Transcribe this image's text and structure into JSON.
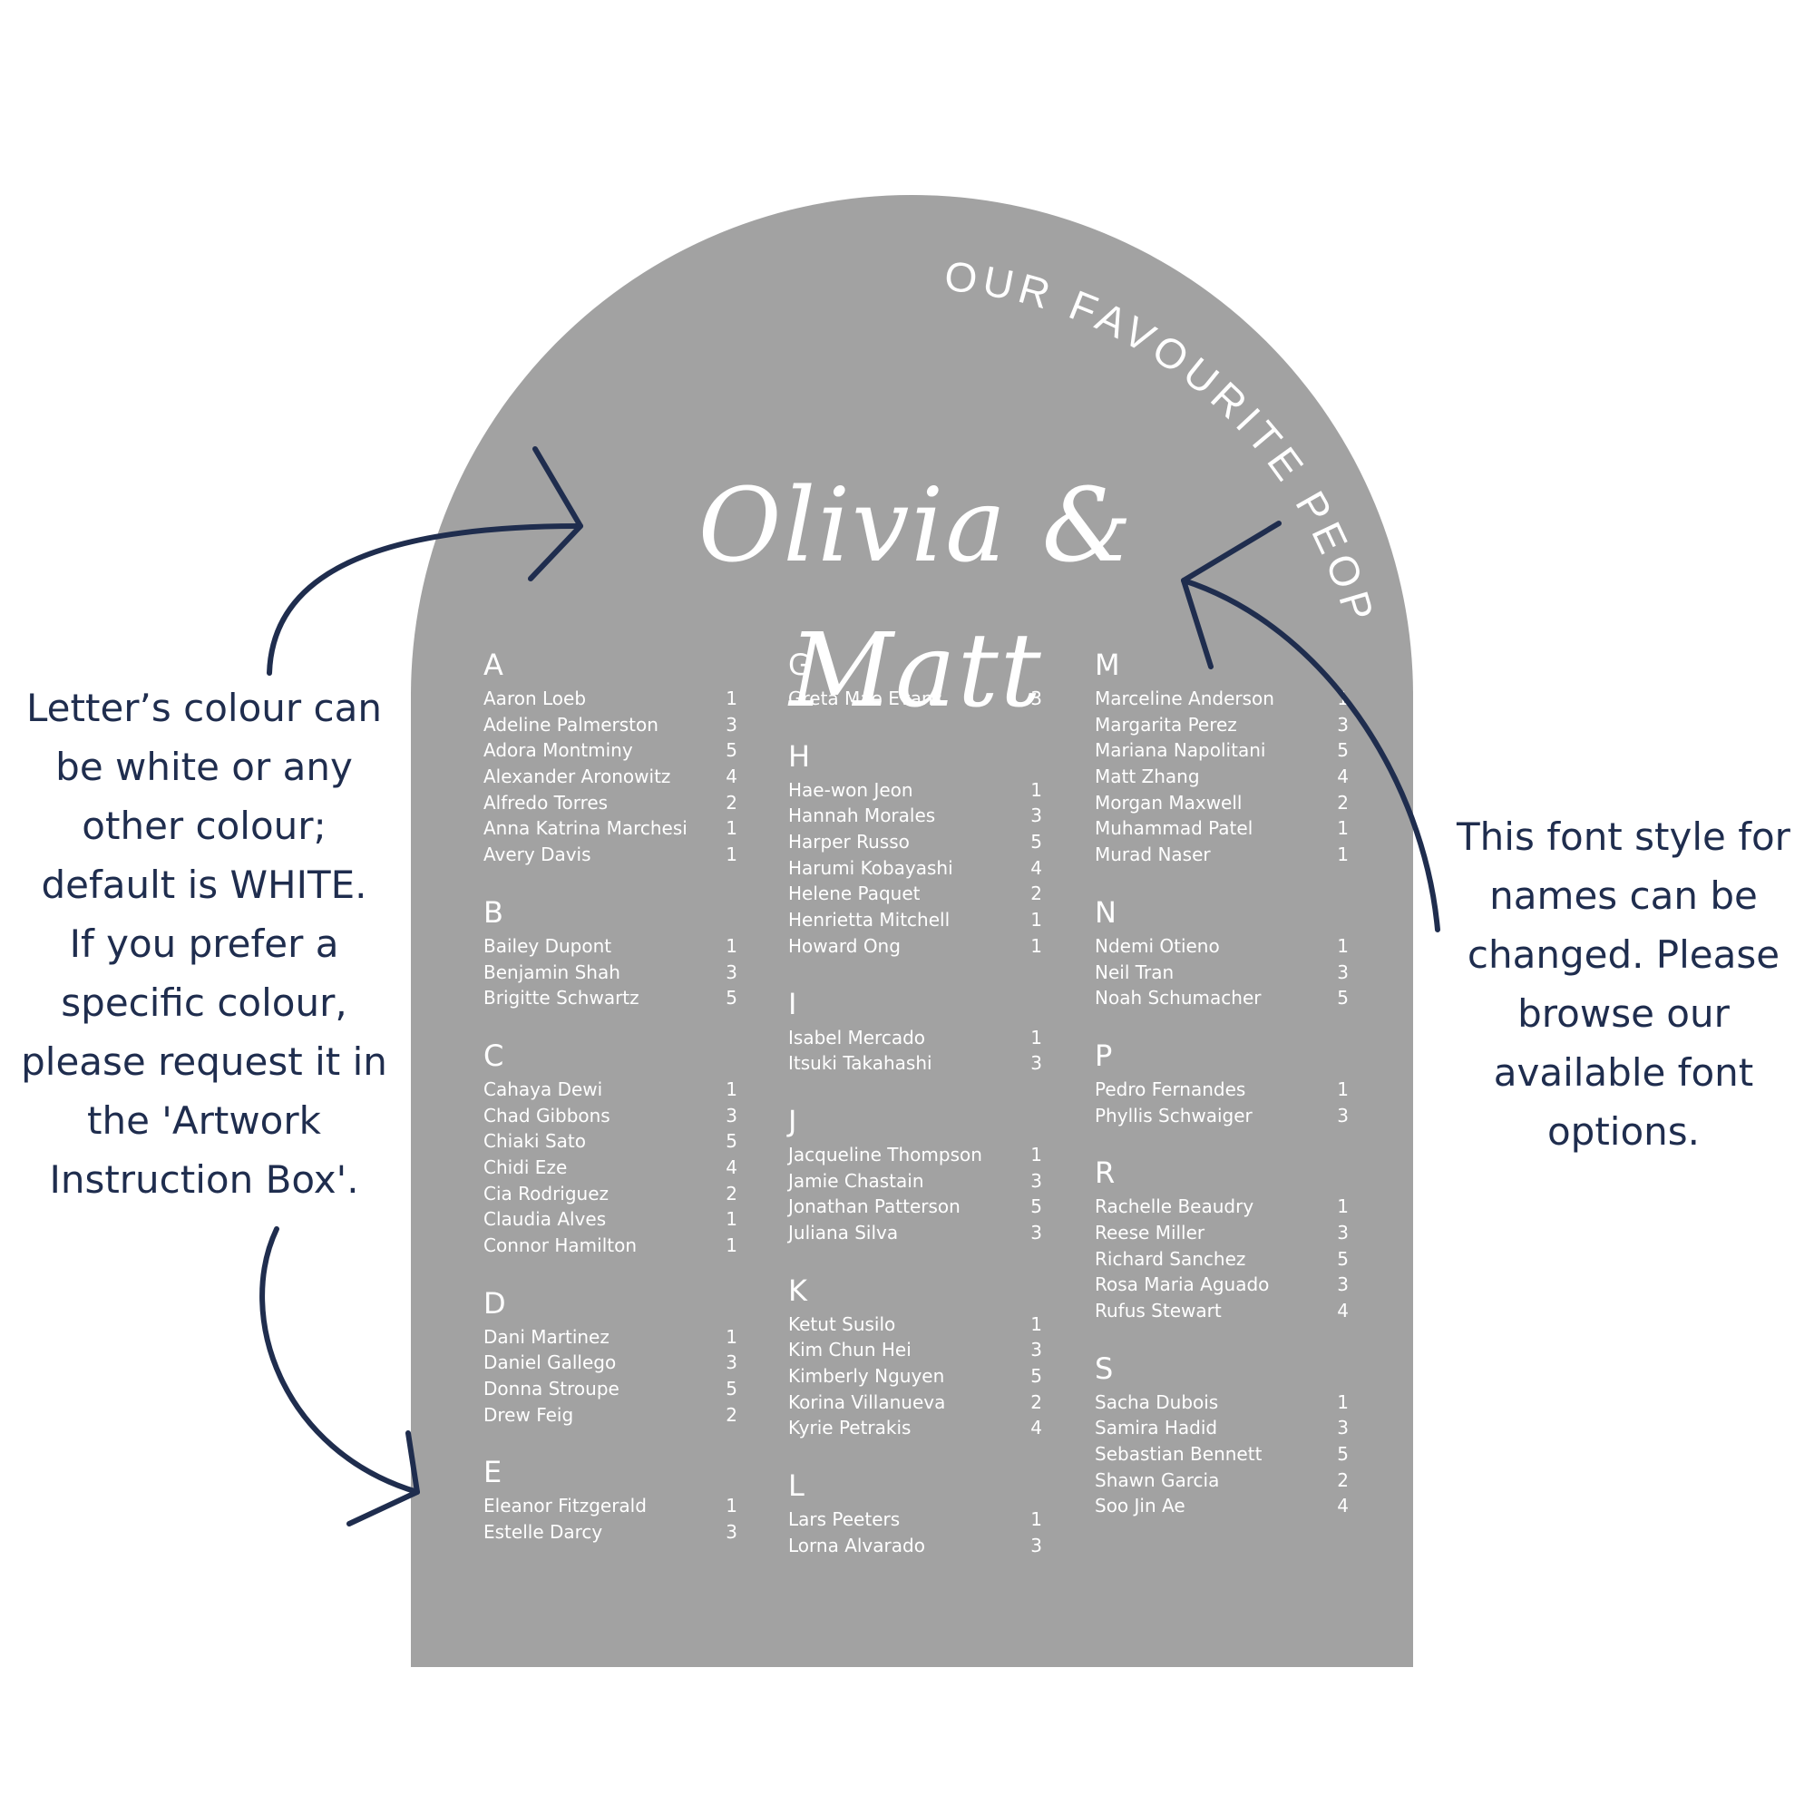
{
  "sign": {
    "arc_title": "OUR FAVOURITE PEOPLE",
    "couple_names": "Olivia & Matt",
    "background_color": "#a2a2a2",
    "text_color": "#ffffff"
  },
  "columns": [
    {
      "groups": [
        {
          "letter": "A",
          "guests": [
            {
              "name": "Aaron Loeb",
              "table": "1"
            },
            {
              "name": "Adeline Palmerston",
              "table": "3"
            },
            {
              "name": "Adora Montminy",
              "table": "5"
            },
            {
              "name": "Alexander Aronowitz",
              "table": "4"
            },
            {
              "name": "Alfredo Torres",
              "table": "2"
            },
            {
              "name": "Anna Katrina Marchesi",
              "table": "1"
            },
            {
              "name": "Avery Davis",
              "table": "1"
            }
          ]
        },
        {
          "letter": "B",
          "guests": [
            {
              "name": "Bailey Dupont",
              "table": "1"
            },
            {
              "name": "Benjamin Shah",
              "table": "3"
            },
            {
              "name": "Brigitte Schwartz",
              "table": "5"
            }
          ]
        },
        {
          "letter": "C",
          "guests": [
            {
              "name": "Cahaya Dewi",
              "table": "1"
            },
            {
              "name": "Chad Gibbons",
              "table": "3"
            },
            {
              "name": "Chiaki Sato",
              "table": "5"
            },
            {
              "name": "Chidi Eze",
              "table": "4"
            },
            {
              "name": "Cia Rodriguez",
              "table": "2"
            },
            {
              "name": "Claudia Alves",
              "table": "1"
            },
            {
              "name": "Connor Hamilton",
              "table": "1"
            }
          ]
        },
        {
          "letter": "D",
          "guests": [
            {
              "name": "Dani Martinez",
              "table": "1"
            },
            {
              "name": "Daniel Gallego",
              "table": "3"
            },
            {
              "name": "Donna Stroupe",
              "table": "5"
            },
            {
              "name": "Drew Feig",
              "table": "2"
            }
          ]
        },
        {
          "letter": "E",
          "guests": [
            {
              "name": "Eleanor Fitzgerald",
              "table": "1"
            },
            {
              "name": "Estelle Darcy",
              "table": "3"
            }
          ]
        }
      ]
    },
    {
      "groups": [
        {
          "letter": "G",
          "guests": [
            {
              "name": "Greta Mae Evans",
              "table": "3"
            }
          ]
        },
        {
          "letter": "H",
          "guests": [
            {
              "name": "Hae-won Jeon",
              "table": "1"
            },
            {
              "name": "Hannah Morales",
              "table": "3"
            },
            {
              "name": "Harper Russo",
              "table": "5"
            },
            {
              "name": "Harumi Kobayashi",
              "table": "4"
            },
            {
              "name": "Helene Paquet",
              "table": "2"
            },
            {
              "name": "Henrietta Mitchell",
              "table": "1"
            },
            {
              "name": "Howard Ong",
              "table": "1"
            }
          ]
        },
        {
          "letter": "I",
          "guests": [
            {
              "name": "Isabel Mercado",
              "table": "1"
            },
            {
              "name": "Itsuki Takahashi",
              "table": "3"
            }
          ]
        },
        {
          "letter": "J",
          "guests": [
            {
              "name": "Jacqueline Thompson",
              "table": "1"
            },
            {
              "name": "Jamie Chastain",
              "table": "3"
            },
            {
              "name": "Jonathan Patterson",
              "table": "5"
            },
            {
              "name": "Juliana Silva",
              "table": "3"
            }
          ]
        },
        {
          "letter": "K",
          "guests": [
            {
              "name": "Ketut Susilo",
              "table": "1"
            },
            {
              "name": "Kim Chun Hei",
              "table": "3"
            },
            {
              "name": "Kimberly Nguyen",
              "table": "5"
            },
            {
              "name": "Korina Villanueva",
              "table": "2"
            },
            {
              "name": "Kyrie Petrakis",
              "table": "4"
            }
          ]
        },
        {
          "letter": "L",
          "guests": [
            {
              "name": "Lars Peeters",
              "table": "1"
            },
            {
              "name": "Lorna Alvarado",
              "table": "3"
            }
          ]
        }
      ]
    },
    {
      "groups": [
        {
          "letter": "M",
          "guests": [
            {
              "name": "Marceline Anderson",
              "table": "1"
            },
            {
              "name": "Margarita Perez",
              "table": "3"
            },
            {
              "name": "Mariana Napolitani",
              "table": "5"
            },
            {
              "name": "Matt Zhang",
              "table": "4"
            },
            {
              "name": "Morgan Maxwell",
              "table": "2"
            },
            {
              "name": "Muhammad Patel",
              "table": "1"
            },
            {
              "name": "Murad Naser",
              "table": "1"
            }
          ]
        },
        {
          "letter": "N",
          "guests": [
            {
              "name": "Ndemi Otieno",
              "table": "1"
            },
            {
              "name": "Neil Tran",
              "table": "3"
            },
            {
              "name": "Noah Schumacher",
              "table": "5"
            }
          ]
        },
        {
          "letter": "P",
          "guests": [
            {
              "name": "Pedro Fernandes",
              "table": "1"
            },
            {
              "name": "Phyllis Schwaiger",
              "table": "3"
            }
          ]
        },
        {
          "letter": "R",
          "guests": [
            {
              "name": "Rachelle Beaudry",
              "table": "1"
            },
            {
              "name": "Reese Miller",
              "table": "3"
            },
            {
              "name": "Richard Sanchez",
              "table": "5"
            },
            {
              "name": "Rosa Maria Aguado",
              "table": "3"
            },
            {
              "name": "Rufus Stewart",
              "table": "4"
            }
          ]
        },
        {
          "letter": "S",
          "guests": [
            {
              "name": "Sacha Dubois",
              "table": "1"
            },
            {
              "name": "Samira Hadid",
              "table": "3"
            },
            {
              "name": "Sebastian Bennett",
              "table": "5"
            },
            {
              "name": "Shawn Garcia",
              "table": "2"
            },
            {
              "name": "Soo Jin Ae",
              "table": "4"
            }
          ]
        }
      ]
    }
  ],
  "annotations": {
    "left": "Letter’s colour can\nbe white or any\nother colour;\ndefault is WHITE.\nIf you prefer a\nspecific colour,\nplease request it in\nthe 'Artwork\nInstruction Box'.",
    "right": "This font style for\nnames can be\nchanged. Please\nbrowse our\navailable font\noptions.",
    "color": "#1f2d4e"
  }
}
